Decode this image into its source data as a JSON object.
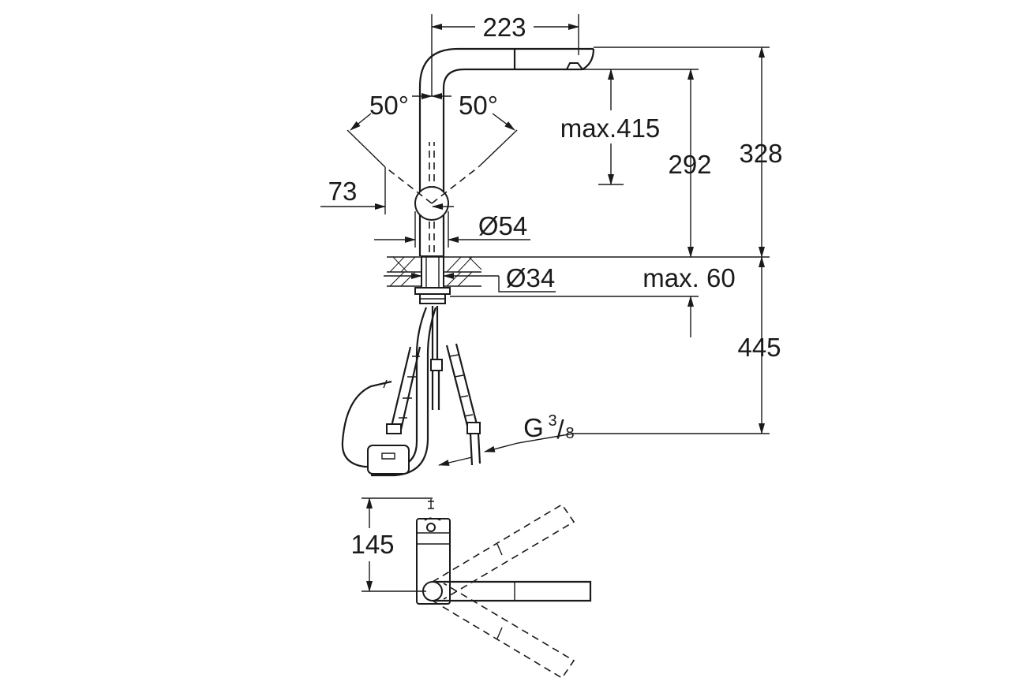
{
  "dimensions": {
    "spout_reach": "223",
    "swivel_left": "50°",
    "swivel_right": "50°",
    "pullout": "max.415",
    "spout_height": "292",
    "total_height": "328",
    "offset": "73",
    "body_diameter": "Ø54",
    "hole_diameter": "Ø34",
    "max_thickness": "max. 60",
    "hose_length": "445",
    "connection_thread_base": "G",
    "connection_thread_num": "3",
    "connection_thread_den": "8",
    "plan_depth": "145"
  },
  "colors": {
    "line": "#1a1a1a",
    "background": "#ffffff"
  }
}
